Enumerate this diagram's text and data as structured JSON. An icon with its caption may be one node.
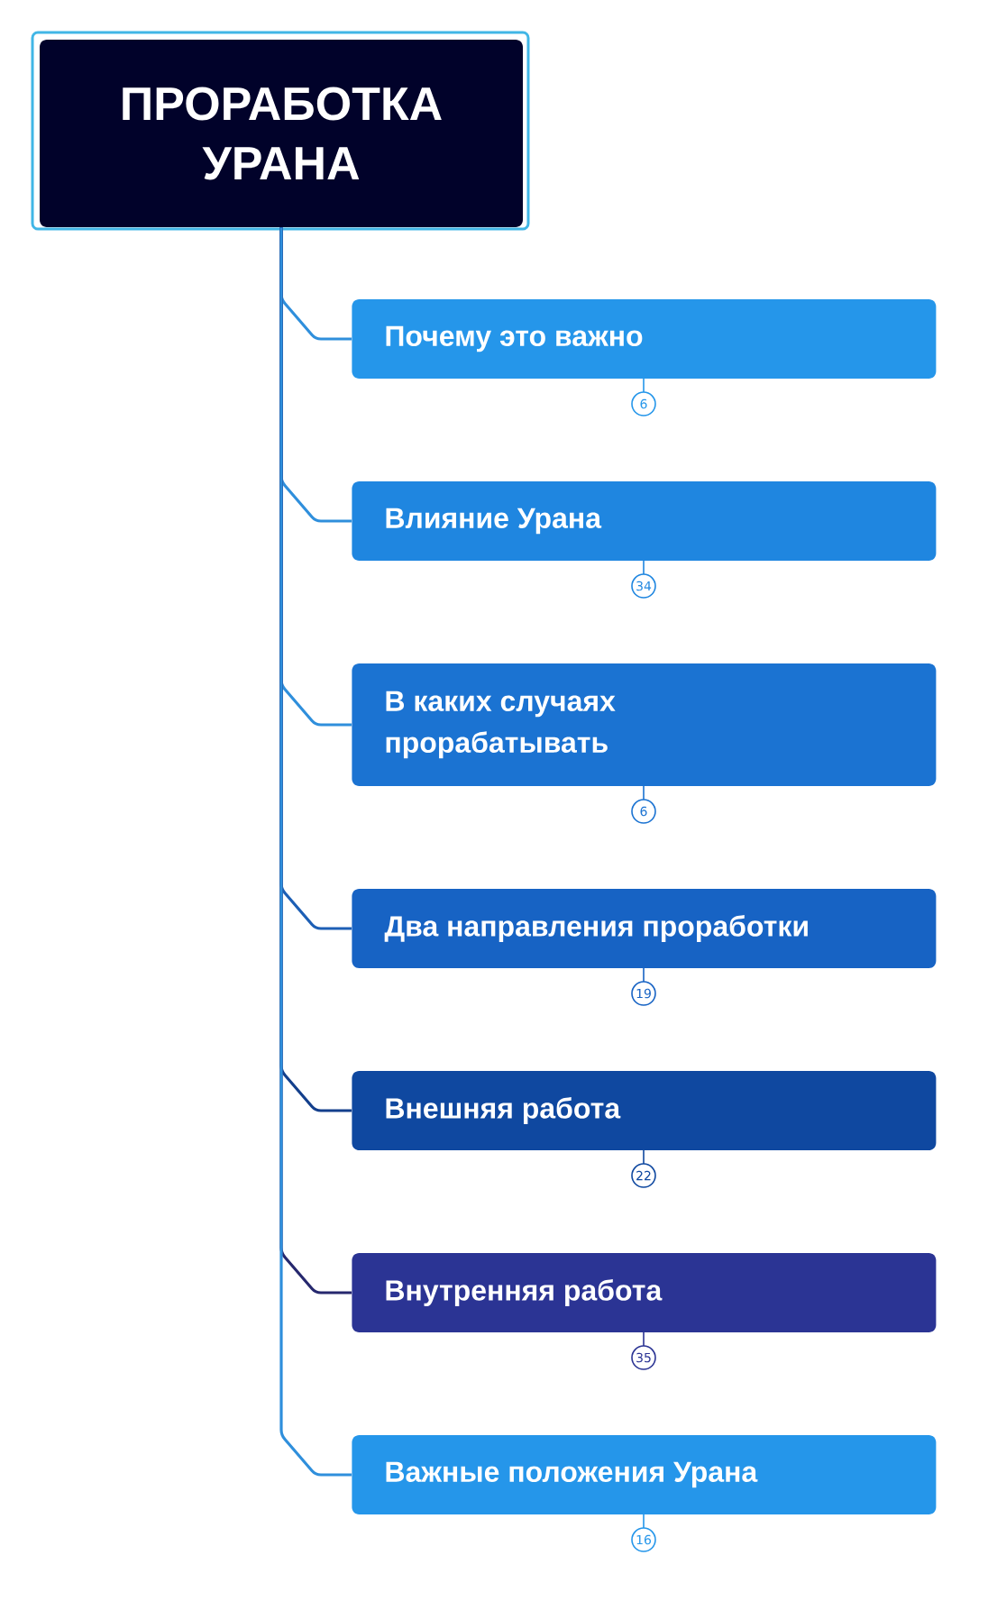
{
  "diagram": {
    "nodes": [
      {
        "text": [
          "ПРОРАБОТКА УРАНА"
        ]
      },
      {
        "text": [
          "Почему это важно"
        ],
        "beside": [
          "6"
        ]
      },
      {
        "text": [
          "Влияние Урана"
        ],
        "beside": [
          "34"
        ]
      },
      {
        "text": [
          "В каких случаях прорабатывать"
        ],
        "beside": [
          "6"
        ]
      },
      {
        "text": [
          "Два направления проработки"
        ],
        "beside": [
          "19"
        ]
      },
      {
        "text": [
          "Внешняя работа"
        ],
        "beside": [
          "22"
        ]
      },
      {
        "text": [
          "Внутренняя работа"
        ],
        "beside": [
          "35"
        ]
      },
      {
        "text": [
          "Важные положения Урана"
        ],
        "beside": [
          "16"
        ]
      }
    ],
    "edges": [
      {
        "from": 0,
        "to": 1,
        "arrow": "none"
      },
      {
        "from": 0,
        "to": 2,
        "arrow": "none"
      },
      {
        "from": 0,
        "to": 3,
        "arrow": "none"
      },
      {
        "from": 0,
        "to": 4,
        "arrow": "none",
        "color": "#1d5fb5"
      },
      {
        "from": 0,
        "to": 5,
        "arrow": "none",
        "color": "#133f8c"
      },
      {
        "from": 0,
        "to": 6,
        "arrow": "none",
        "color": "#26286e"
      },
      {
        "from": 0,
        "to": 7,
        "arrow": "none"
      }
    ]
  }
}
